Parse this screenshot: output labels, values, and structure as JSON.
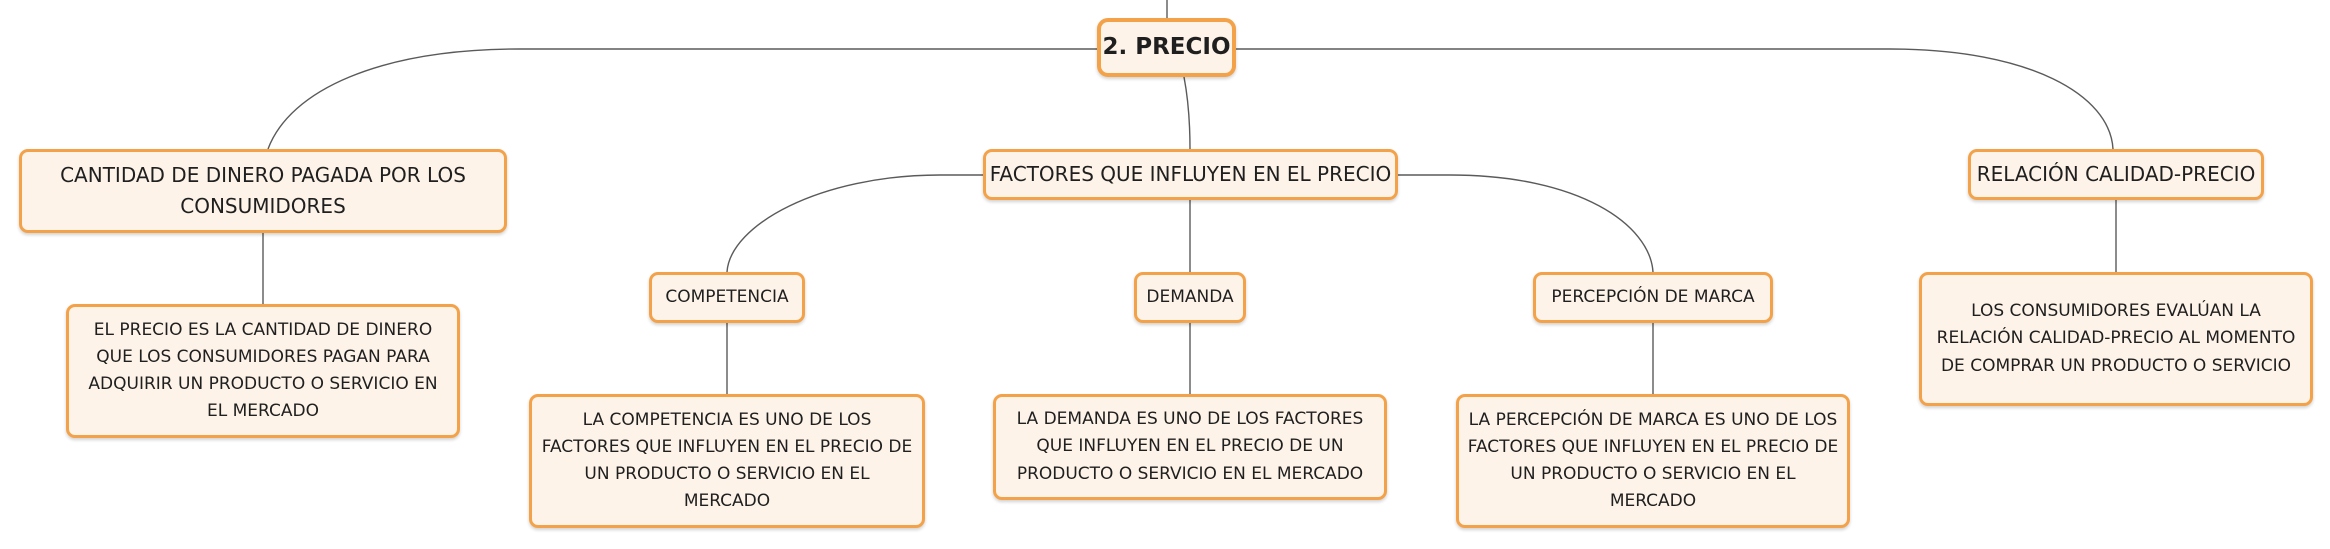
{
  "root": {
    "label": "2. PRECIO"
  },
  "branches": [
    {
      "label": "CANTIDAD DE DINERO PAGADA POR LOS CONSUMIDORES",
      "detail": "EL PRECIO ES LA CANTIDAD DE DINERO QUE LOS CONSUMIDORES PAGAN PARA ADQUIRIR UN PRODUCTO O SERVICIO EN EL MERCADO"
    },
    {
      "label": "FACTORES QUE INFLUYEN EN EL PRECIO",
      "factors": [
        {
          "label": "COMPETENCIA",
          "detail": "LA COMPETENCIA ES UNO DE LOS FACTORES QUE INFLUYEN EN EL PRECIO DE UN PRODUCTO O SERVICIO EN EL MERCADO"
        },
        {
          "label": "DEMANDA",
          "detail": "LA DEMANDA ES UNO DE LOS FACTORES QUE INFLUYEN EN EL PRECIO DE UN PRODUCTO O SERVICIO EN EL MERCADO"
        },
        {
          "label": "PERCEPCIÓN DE MARCA",
          "detail": "LA PERCEPCIÓN DE MARCA ES UNO DE LOS FACTORES QUE INFLUYEN EN EL PRECIO DE UN PRODUCTO O SERVICIO EN EL MERCADO"
        }
      ]
    },
    {
      "label": "RELACIÓN CALIDAD-PRECIO",
      "detail": "LOS CONSUMIDORES EVALÚAN LA RELACIÓN CALIDAD-PRECIO AL MOMENTO DE COMPRAR UN PRODUCTO O SERVICIO"
    }
  ]
}
